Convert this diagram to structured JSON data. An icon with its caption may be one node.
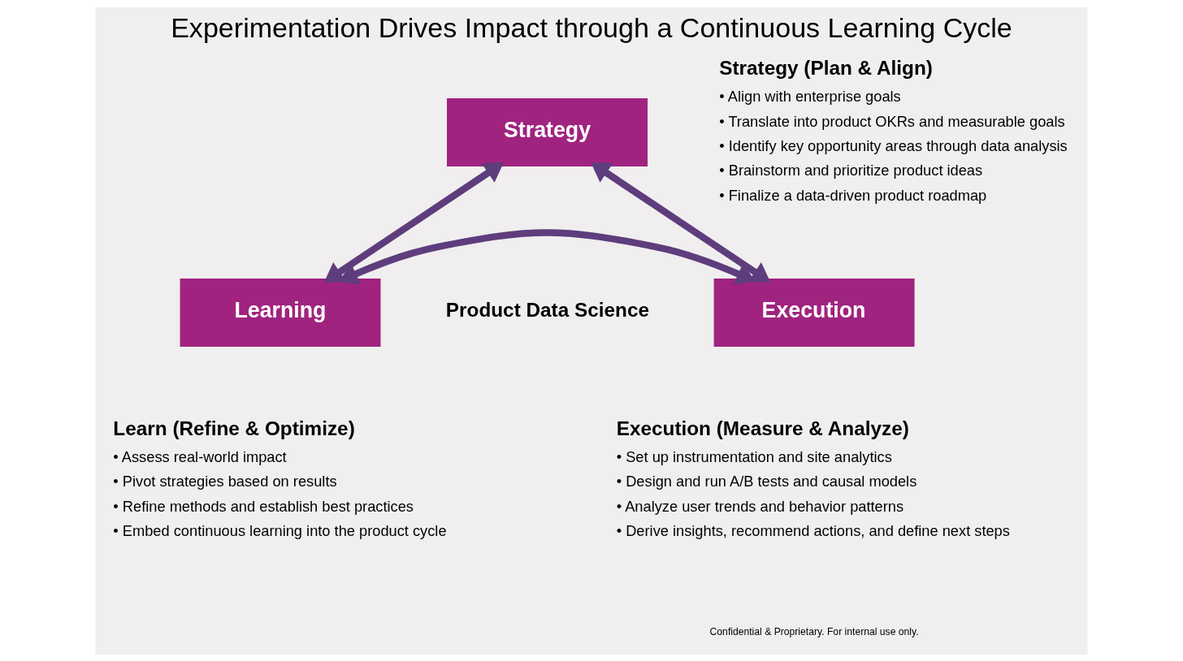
{
  "diagram": {
    "title": "Experimentation Drives Impact through a Continuous Learning Cycle",
    "nodes": [
      {
        "text": [
          "Strategy"
        ],
        "beside": [
          "Strategy (Plan & Align)",
          "• Align with enterprise goals",
          "• Translate into product OKRs and measurable goals",
          "• Identify key opportunity areas through data analysis",
          "• Brainstorm and prioritize product ideas",
          "• Finalize a data-driven product roadmap"
        ]
      },
      {
        "text": [
          "Learning"
        ],
        "beside": [
          "Learn (Refine & Optimize)",
          "• Assess real-world impact",
          "• Pivot strategies based on results",
          "• Refine methods and establish best practices",
          "• Embed continuous learning into the product cycle"
        ]
      },
      {
        "text": [
          "Execution"
        ],
        "beside": [
          "Execution (Measure & Analyze)",
          "• Set up instrumentation and site analytics",
          "• Design and run A/B tests and causal models",
          "• Analyze user trends and behavior patterns",
          "• Derive insights, recommend actions, and define next steps"
        ]
      }
    ],
    "edges": [
      {
        "from": 1,
        "to": 0,
        "arrow": "both"
      },
      {
        "from": 0,
        "to": 2,
        "arrow": "both"
      },
      {
        "from": 1,
        "to": 2,
        "arrow": "both"
      }
    ],
    "labels": [
      "Product Data Science",
      "Confidential & Proprietary. For internal use only."
    ]
  }
}
